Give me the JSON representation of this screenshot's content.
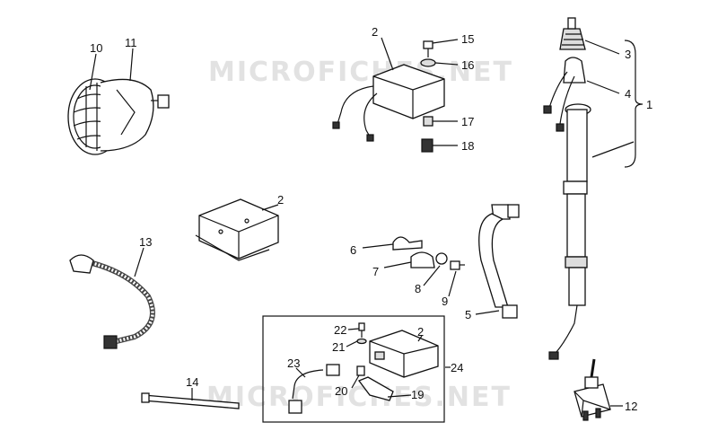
{
  "watermark": "MICROFICHES.NET",
  "callouts": {
    "c1": "1",
    "c2a": "2",
    "c2b": "2",
    "c2c": "2",
    "c3": "3",
    "c4": "4",
    "c5": "5",
    "c6": "6",
    "c7": "7",
    "c8": "8",
    "c9": "9",
    "c10": "10",
    "c11": "11",
    "c12": "12",
    "c13": "13",
    "c14": "14",
    "c15": "15",
    "c16": "16",
    "c17": "17",
    "c18": "18",
    "c19": "19",
    "c20": "20",
    "c21": "21",
    "c22": "22",
    "c23": "23",
    "c24": "24"
  }
}
